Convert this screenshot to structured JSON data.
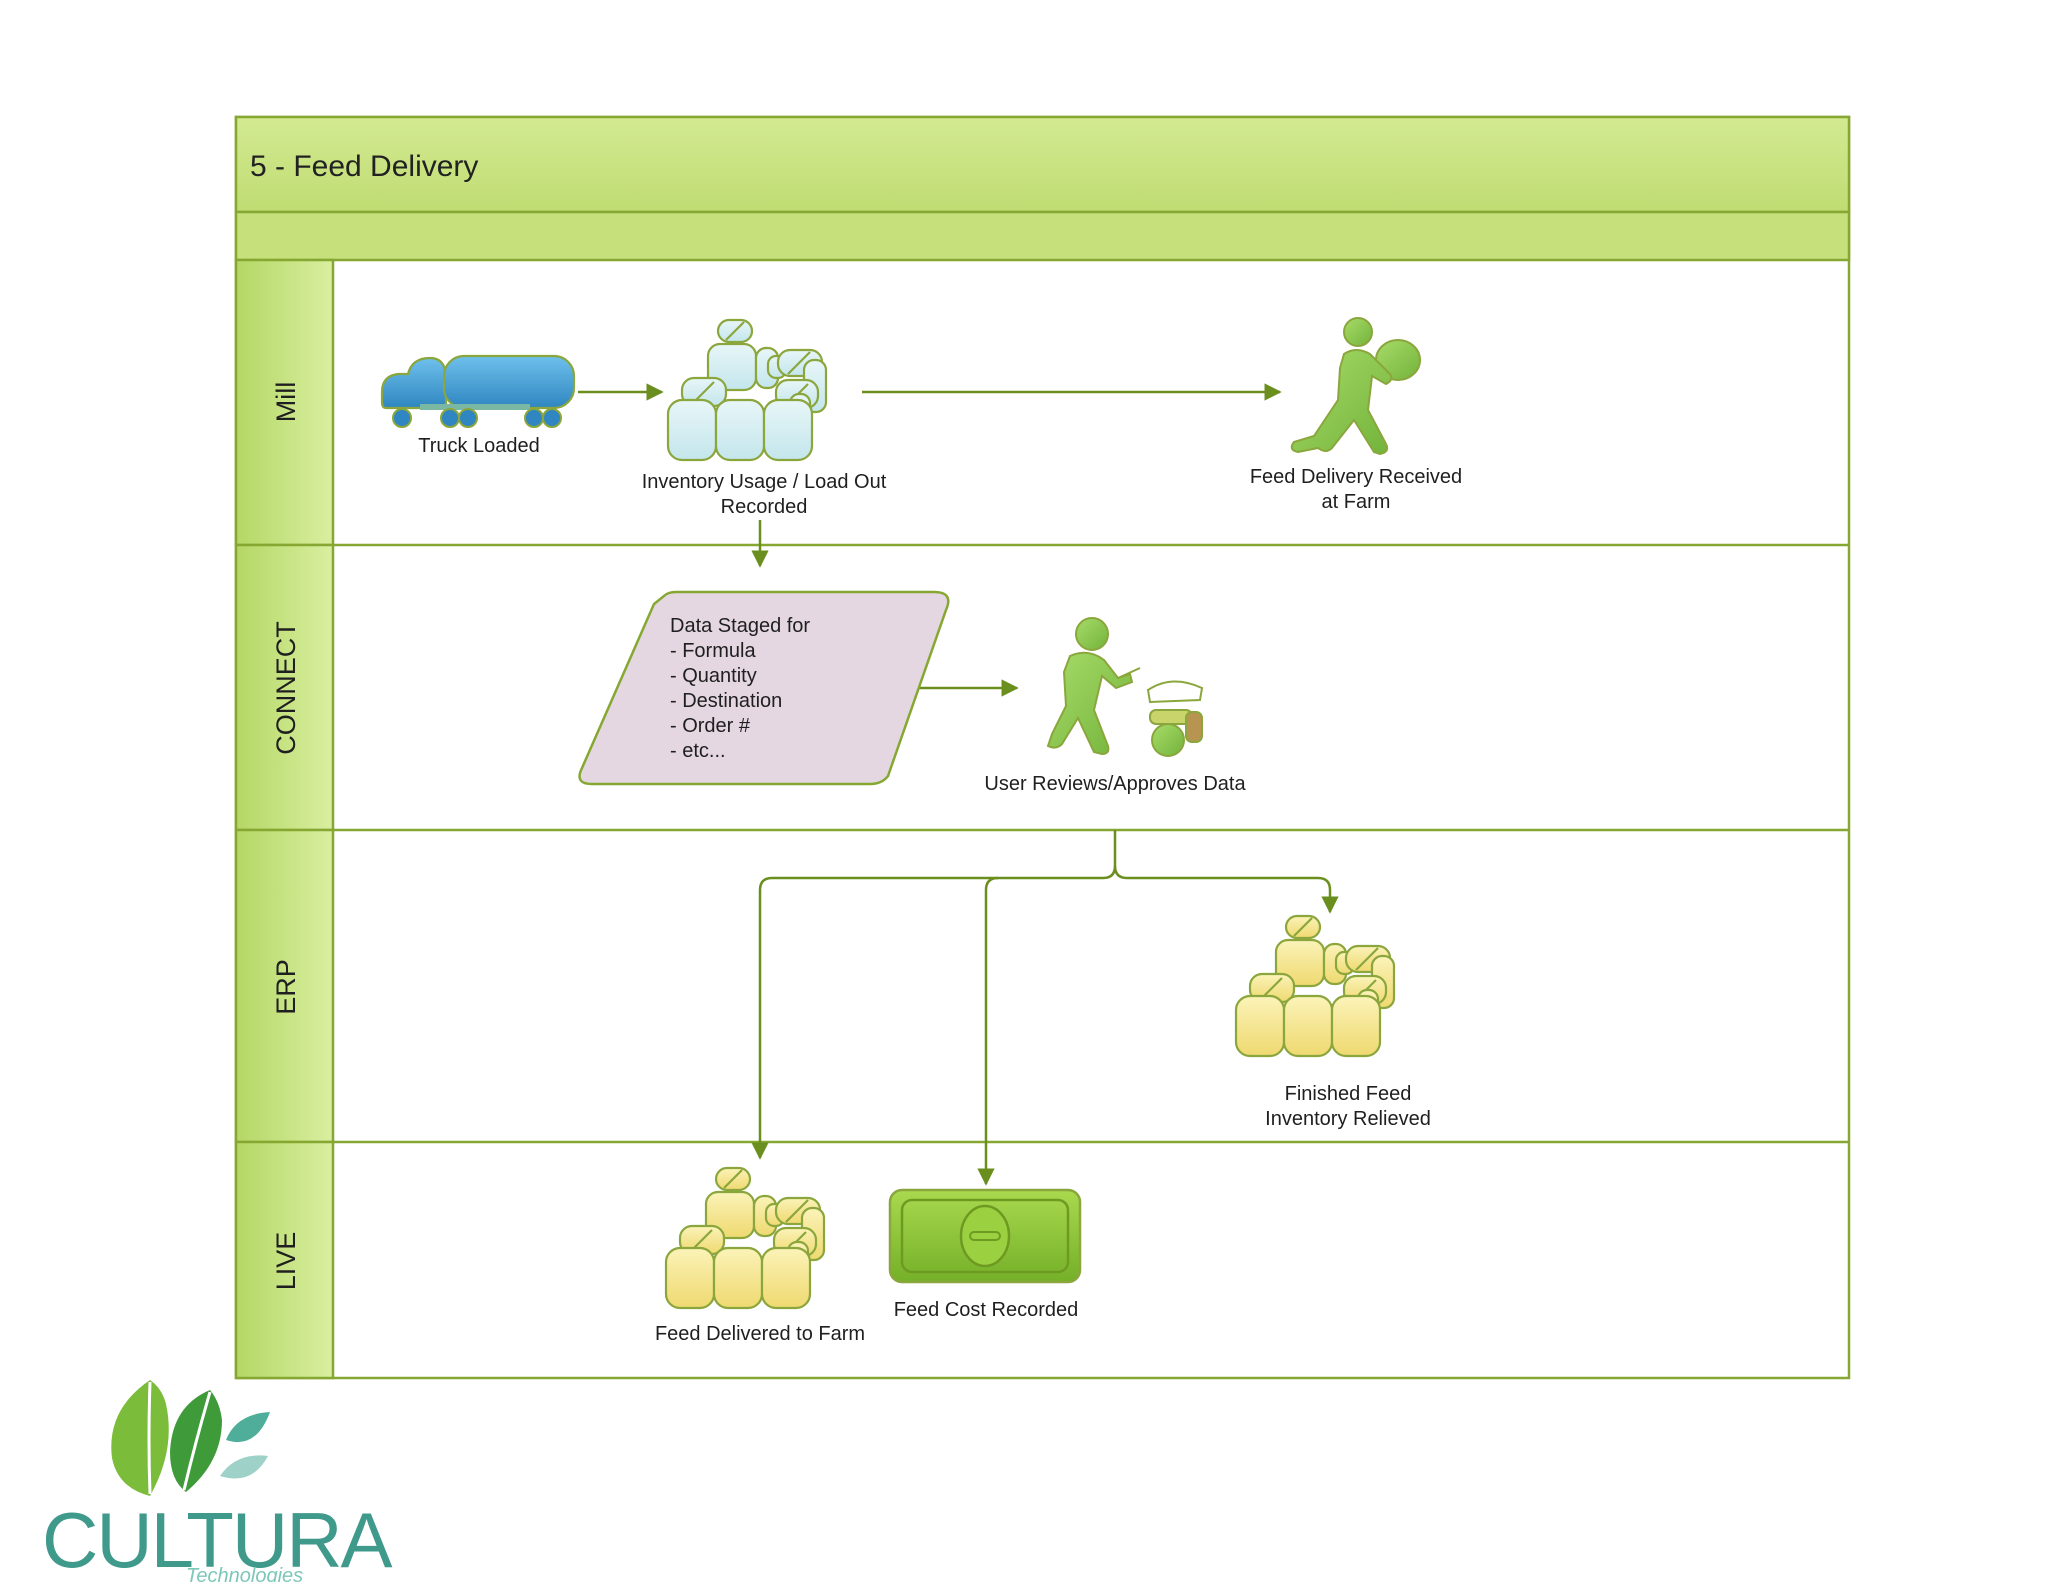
{
  "title": "5 - Feed Delivery",
  "lanes": [
    {
      "label": "Mill"
    },
    {
      "label": "CONNECT"
    },
    {
      "label": "ERP"
    },
    {
      "label": "LIVE"
    }
  ],
  "nodes": {
    "truck": {
      "label": "Truck Loaded",
      "icon": "truck-icon"
    },
    "inventory": {
      "label_line1": "Inventory Usage / Load Out",
      "label_line2": "Recorded",
      "icon": "stacked-bags-icon"
    },
    "delivery_received": {
      "label_line1": "Feed Delivery Received",
      "label_line2": "at Farm",
      "icon": "worker-carrying-icon"
    },
    "data_staged": {
      "lines": [
        "Data Staged for",
        "- Formula",
        "- Quantity",
        "- Destination",
        "- Order #",
        "- etc..."
      ]
    },
    "user_reviews": {
      "label": "User Reviews/Approves Data",
      "icon": "worker-cart-icon"
    },
    "finished_feed": {
      "label_line1": "Finished Feed",
      "label_line2": "Inventory Relieved",
      "icon": "stacked-bags-icon"
    },
    "feed_delivered": {
      "label": "Feed Delivered to Farm",
      "icon": "stacked-bags-icon"
    },
    "feed_cost": {
      "label": "Feed Cost Recorded",
      "icon": "money-icon"
    }
  },
  "logo": {
    "name": "CULTURA",
    "sub": "Technologies"
  },
  "colors": {
    "header_green": "#c4e07c",
    "border_green": "#86a832",
    "connector": "#6a8f1f",
    "figure_green": "#8cc94a",
    "parallelogram_fill": "#e4d7e2",
    "blue_truck": "#4aa3d6",
    "yellow_bags": "#f5e58a"
  }
}
